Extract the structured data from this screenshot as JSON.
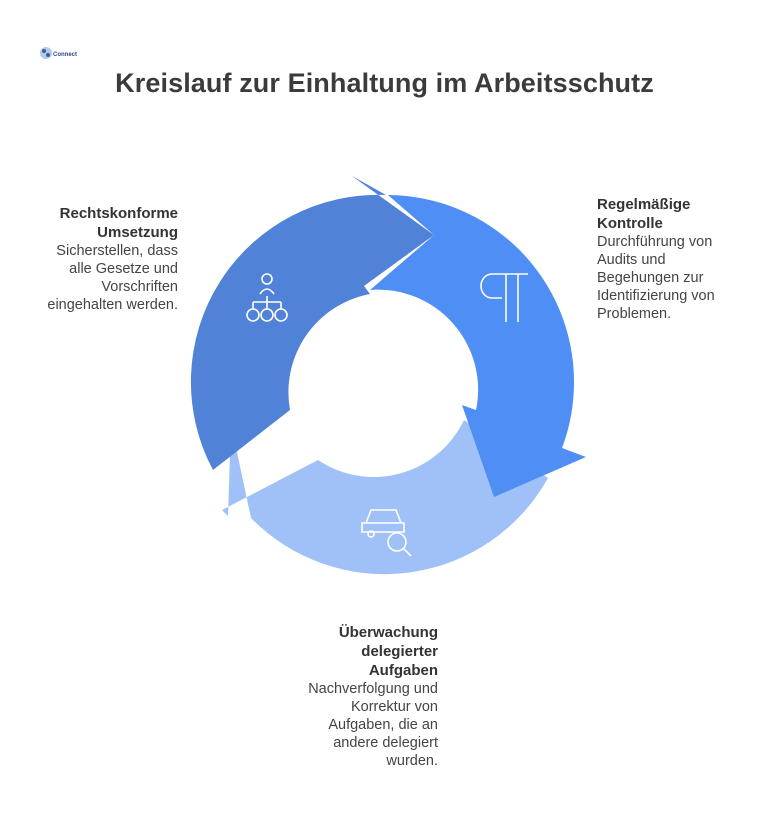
{
  "title": "Kreislauf zur Einhaltung im Arbeitsschutz",
  "logo_text": "Connect",
  "colors": {
    "segment_top": "#5082d8",
    "segment_right": "#4f8ef5",
    "segment_bottom": "#9fc1f7",
    "icon_stroke": "#ffffff"
  },
  "stages": [
    {
      "heading": "Rechtskonforme Umsetzung",
      "text": "Sicherstellen, dass alle Gesetze und Vorschriften eingehalten werden.",
      "icon": "hierarchy-icon"
    },
    {
      "heading": "Regelmäßige Kontrolle",
      "text": "Durchführung von Audits und Begehungen zur Identifizierung von Problemen.",
      "icon": "paragraph-icon"
    },
    {
      "heading": "Überwachung delegierter Aufgaben",
      "text": "Nachverfolgung und Korrektur von Aufgaben, die an andere delegiert wurden.",
      "icon": "car-search-icon"
    }
  ]
}
